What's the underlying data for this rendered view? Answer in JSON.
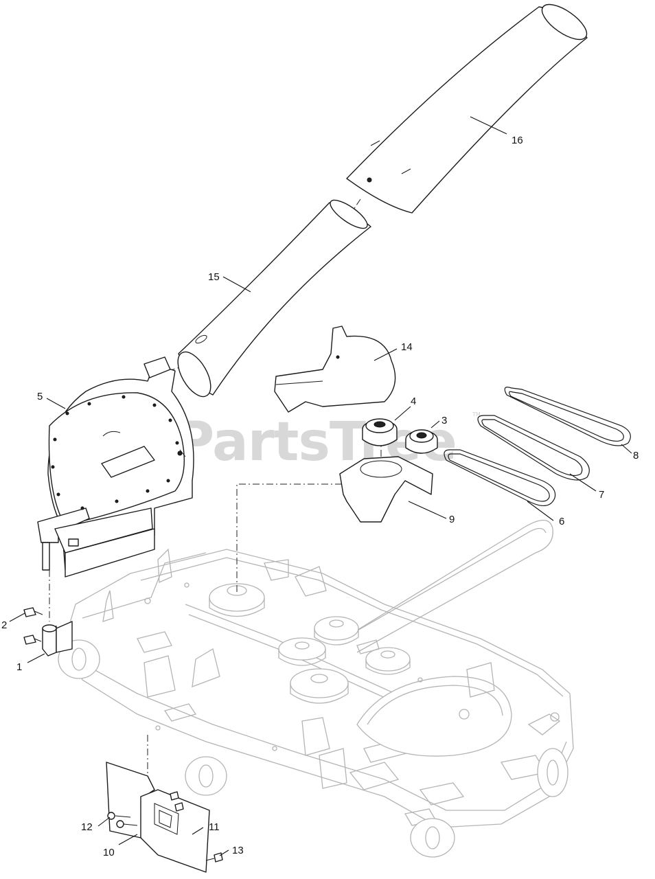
{
  "watermark": {
    "text": "PartsTree",
    "trademark": "TM"
  },
  "callouts": [
    "1",
    "2",
    "3",
    "4",
    "5",
    "6",
    "7",
    "8",
    "9",
    "10",
    "11",
    "12",
    "13",
    "14",
    "15",
    "16"
  ],
  "colors": {
    "line": "#1a1a1a",
    "ghost": "#b4b4b4",
    "watermark": "#d8d8d8"
  }
}
